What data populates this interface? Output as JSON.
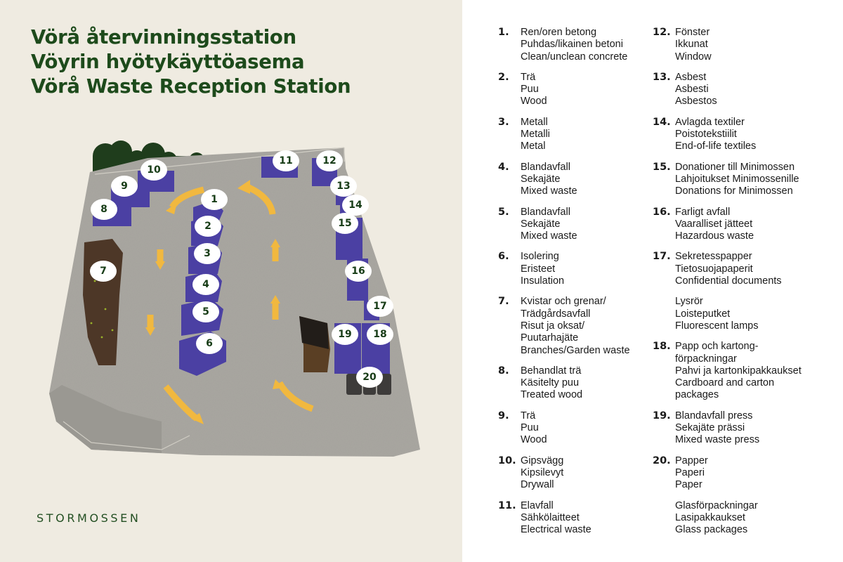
{
  "title": {
    "lines": [
      "Vörå återvinningsstation",
      "Vöyrin hyötykäyttöasema",
      "Vörå Waste Reception Station"
    ]
  },
  "brand": "STORMOSSEN",
  "colors": {
    "title_green": "#1d4a1b",
    "container_purple": "#4a3fa0",
    "arrow_yellow": "#f0b63c",
    "ground_gray": "#a8a6a0",
    "background_beige": "#efebe1"
  },
  "map": {
    "badges": [
      "1",
      "2",
      "3",
      "4",
      "5",
      "6",
      "7",
      "8",
      "9",
      "10",
      "11",
      "12",
      "13",
      "14",
      "15",
      "16",
      "17",
      "18",
      "19",
      "20"
    ]
  },
  "legend": {
    "column1": [
      {
        "num": "1.",
        "lines": [
          "Ren/oren betong",
          "Puhdas/likainen betoni",
          "Clean/unclean concrete"
        ]
      },
      {
        "num": "2.",
        "lines": [
          "Trä",
          "Puu",
          "Wood"
        ]
      },
      {
        "num": "3.",
        "lines": [
          "Metall",
          "Metalli",
          "Metal"
        ]
      },
      {
        "num": "4.",
        "lines": [
          "Blandavfall",
          "Sekajäte",
          "Mixed waste"
        ]
      },
      {
        "num": "5.",
        "lines": [
          "Blandavfall",
          "Sekajäte",
          "Mixed waste"
        ]
      },
      {
        "num": "6.",
        "lines": [
          "Isolering",
          "Eristeet",
          "Insulation"
        ]
      },
      {
        "num": "7.",
        "lines": [
          "Kvistar och grenar/",
          "Trädgårdsavfall",
          "Risut ja oksat/",
          "Puutarhajäte",
          "Branches/Garden waste"
        ]
      },
      {
        "num": "8.",
        "lines": [
          "Behandlat trä",
          "Käsitelty puu",
          "Treated wood"
        ]
      },
      {
        "num": "9.",
        "lines": [
          "Trä",
          "Puu",
          "Wood"
        ]
      },
      {
        "num": "10.",
        "lines": [
          "Gipsvägg",
          "Kipsilevyt",
          "Drywall"
        ]
      },
      {
        "num": "11.",
        "lines": [
          "Elavfall",
          "Sähkölaitteet",
          "Electrical waste"
        ]
      }
    ],
    "column2": [
      {
        "num": "12.",
        "lines": [
          "Fönster",
          "Ikkunat",
          "Window"
        ]
      },
      {
        "num": "13.",
        "lines": [
          "Asbest",
          "Asbesti",
          "Asbestos"
        ]
      },
      {
        "num": "14.",
        "lines": [
          "Avlagda textiler",
          "Poistotekstiilit",
          "End-of-life textiles"
        ]
      },
      {
        "num": "15.",
        "lines": [
          "Donationer till Minimossen",
          "Lahjoitukset Minimossenille",
          "Donations for Minimossen"
        ]
      },
      {
        "num": "16.",
        "lines": [
          "Farligt avfall",
          "Vaaralliset jätteet",
          "Hazardous waste"
        ]
      },
      {
        "num": "17.",
        "lines": [
          "Sekretesspapper",
          "Tietosuojapaperit",
          "Confidential documents"
        ]
      },
      {
        "num": "",
        "lines": [
          "Lysrör",
          "Loisteputket",
          "Fluorescent lamps"
        ]
      },
      {
        "num": "18.",
        "lines": [
          "Papp och kartong-",
          "förpackningar",
          "Pahvi ja kartonkipakkaukset",
          "Cardboard and carton",
          "packages"
        ]
      },
      {
        "num": "19.",
        "lines": [
          "Blandavfall press",
          "Sekajäte prässi",
          "Mixed waste press"
        ]
      },
      {
        "num": "20.",
        "lines": [
          "Papper",
          "Paperi",
          "Paper"
        ]
      },
      {
        "num": "",
        "lines": [
          "Glasförpackningar",
          "Lasipakkaukset",
          "Glass packages"
        ]
      }
    ]
  }
}
